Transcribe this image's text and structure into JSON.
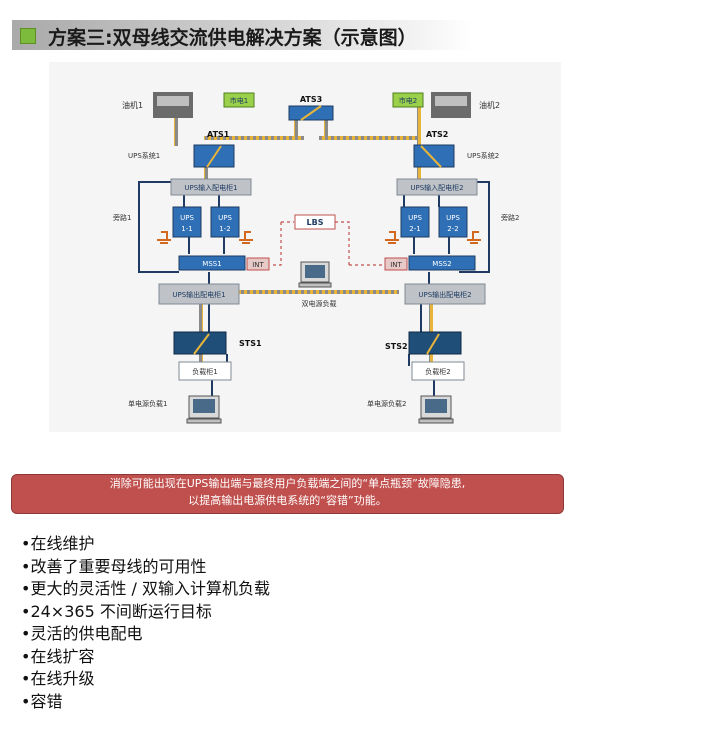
{
  "title": "方案三:双母线交流供电解决方案（示意图）",
  "diagram": {
    "generator1": "油机1",
    "generator2": "油机2",
    "utility1": "市电1",
    "utility2": "市电2",
    "ats3": "ATS3",
    "ats1": "ATS1",
    "ats2": "ATS2",
    "ups_system1": "UPS系统1",
    "ups_system2": "UPS系统2",
    "ups_input_cab1": "UPS输入配电柜1",
    "ups_input_cab2": "UPS输入配电柜2",
    "bypass1": "旁路1",
    "bypass2": "旁路2",
    "ups_unit_1_1": [
      "UPS",
      "1-1"
    ],
    "ups_unit_1_2": [
      "UPS",
      "1-2"
    ],
    "ups_unit_2_1": [
      "UPS",
      "2-1"
    ],
    "ups_unit_2_2": [
      "UPS",
      "2-2"
    ],
    "lbs": "LBS",
    "mss1": "MSS1",
    "mss2": "MSS2",
    "int_left": "INT",
    "int_right": "INT",
    "ups_output_cab1": "UPS输出配电柜1",
    "ups_output_cab2": "UPS输出配电柜2",
    "dual_load": "双电源负载",
    "sts1": "STS1",
    "sts2": "STS2",
    "load_cab1": "负载柜1",
    "load_cab2": "负载柜2",
    "single_load1": "单电源负载1",
    "single_load2": "单电源负载2"
  },
  "banner": {
    "line1": "消除可能出现在UPS输出端与最终用户负载端之间的“单点瓶颈”故障隐患,",
    "line2": "以提高输出电源供电系统的“容错”功能。"
  },
  "features": [
    "•在线维护",
    "•改善了重要母线的可用性",
    "•更大的灵活性 / 双输入计算机负载",
    "•24×365 不间断运行目标",
    "•灵活的供电配电",
    "•在线扩容",
    "•在线升级",
    "•容错"
  ],
  "colors": {
    "title_bullet": "#7dbb3c",
    "banner_bg": "#c0504d",
    "box_blue": "#2e6fb5",
    "box_navy": "#1f4e79",
    "cabinet_gray": "#bfc3c7",
    "bus_yellow": "#e8b43a",
    "utility_green": "#9ad04a",
    "ground_orange": "#d2691e"
  }
}
